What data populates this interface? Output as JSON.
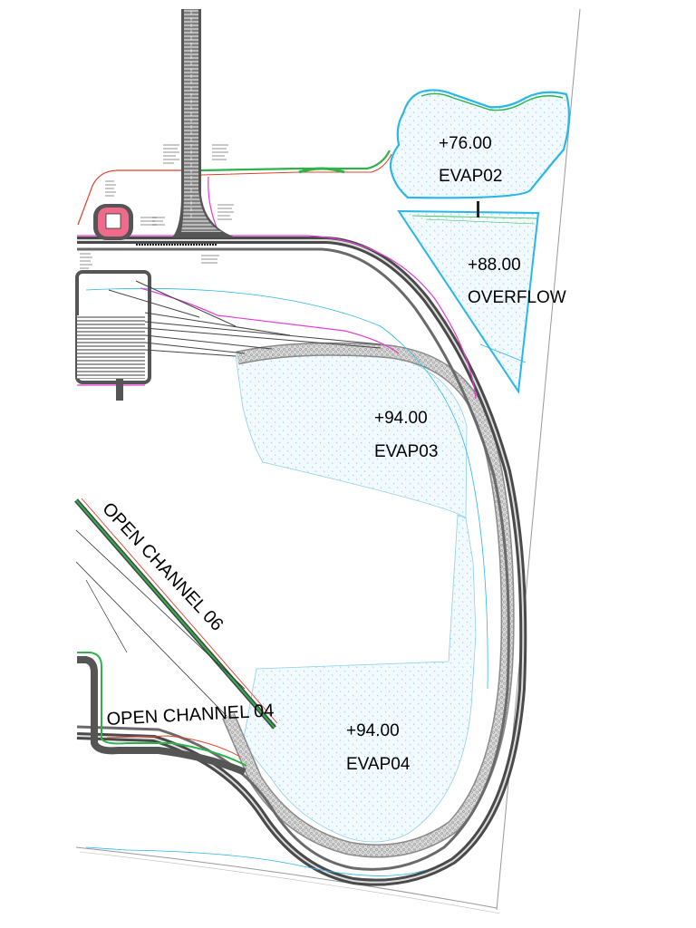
{
  "ponds": [
    {
      "id": "evap02",
      "elevation": "+76.00",
      "name": "EVAP02"
    },
    {
      "id": "overflow",
      "elevation": "+88.00",
      "name": "OVERFLOW"
    },
    {
      "id": "evap03",
      "elevation": "+94.00",
      "name": "EVAP03"
    },
    {
      "id": "evap04",
      "elevation": "+94.00",
      "name": "EVAP04"
    }
  ],
  "channels": [
    {
      "id": "channel06",
      "label": "OPEN CHANNEL 06"
    },
    {
      "id": "channel04",
      "label": "OPEN CHANNEL 04"
    }
  ],
  "colors": {
    "pond_outline": "#29b6e8",
    "pond_fill": "#eef8fd",
    "pond_dots": "#8ecfe8",
    "road": "#4a4a4a",
    "channel_green": "#2db34a",
    "channel_red": "#e0402a",
    "boundary_magenta": "#e33bd4",
    "berm_gravel": "#9c9c9c",
    "building_pink": "#f06a8c"
  }
}
